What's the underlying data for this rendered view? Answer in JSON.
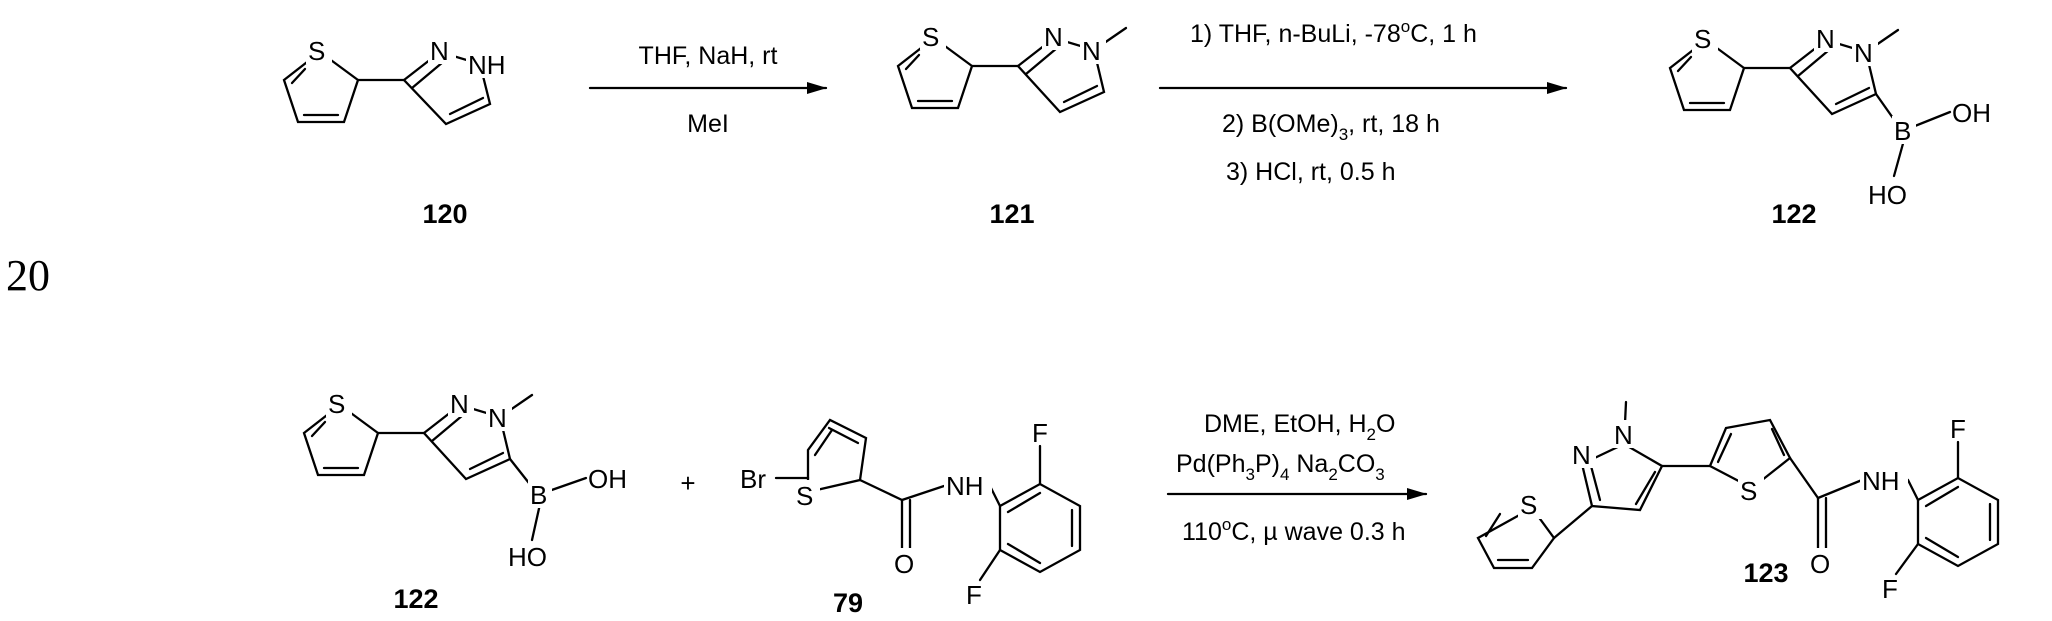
{
  "page_number": "20",
  "scheme_1": {
    "compounds": [
      {
        "id": "120",
        "atoms": {
          "S": "S",
          "N": "N",
          "NH": "NH"
        }
      },
      {
        "id": "121",
        "atoms": {
          "S": "S",
          "N1": "N",
          "N2": "N"
        }
      },
      {
        "id": "122",
        "atoms": {
          "S": "S",
          "N1": "N",
          "N2": "N",
          "B": "B",
          "OH": "OH",
          "HO": "HO"
        }
      }
    ],
    "arrow_1": {
      "above": "THF, NaH, rt",
      "below": "MeI"
    },
    "arrow_2": {
      "above": "1) THF, n-BuLi, -78",
      "above_sup": "o",
      "above_tail": "C, 1 h",
      "below_1_pre": "2) B(OMe)",
      "below_1_sub": "3",
      "below_1_post": ", rt, 18 h",
      "below_2": "3) HCl, rt, 0.5 h"
    }
  },
  "scheme_2": {
    "compounds": [
      {
        "id": "122",
        "atoms": {
          "S": "S",
          "N1": "N",
          "N2": "N",
          "B": "B",
          "OH": "OH",
          "HO": "HO"
        }
      },
      {
        "id": "79",
        "atoms": {
          "Br": "Br",
          "S": "S",
          "O": "O",
          "NH": "NH",
          "F1": "F",
          "F2": "F"
        }
      },
      {
        "id": "123",
        "atoms": {
          "S1": "S",
          "S2": "S",
          "N1": "N",
          "N2": "N",
          "O": "O",
          "NH": "NH",
          "F1": "F",
          "F2": "F"
        }
      }
    ],
    "plus": "+",
    "arrow": {
      "line_1_pre": "DME, EtOH, H",
      "line_1_sub": "2",
      "line_1_post": "O",
      "line_2_pre": "Pd(Ph",
      "line_2_sub_a": "3",
      "line_2_mid": "P)",
      "line_2_sub_b": "4",
      "line_2_mid2": " Na",
      "line_2_sub_c": "2",
      "line_2_post": "CO",
      "line_2_sub_d": "3",
      "line_3_pre": "110",
      "line_3_sup": "o",
      "line_3_post": "C, µ wave 0.3 h"
    }
  }
}
